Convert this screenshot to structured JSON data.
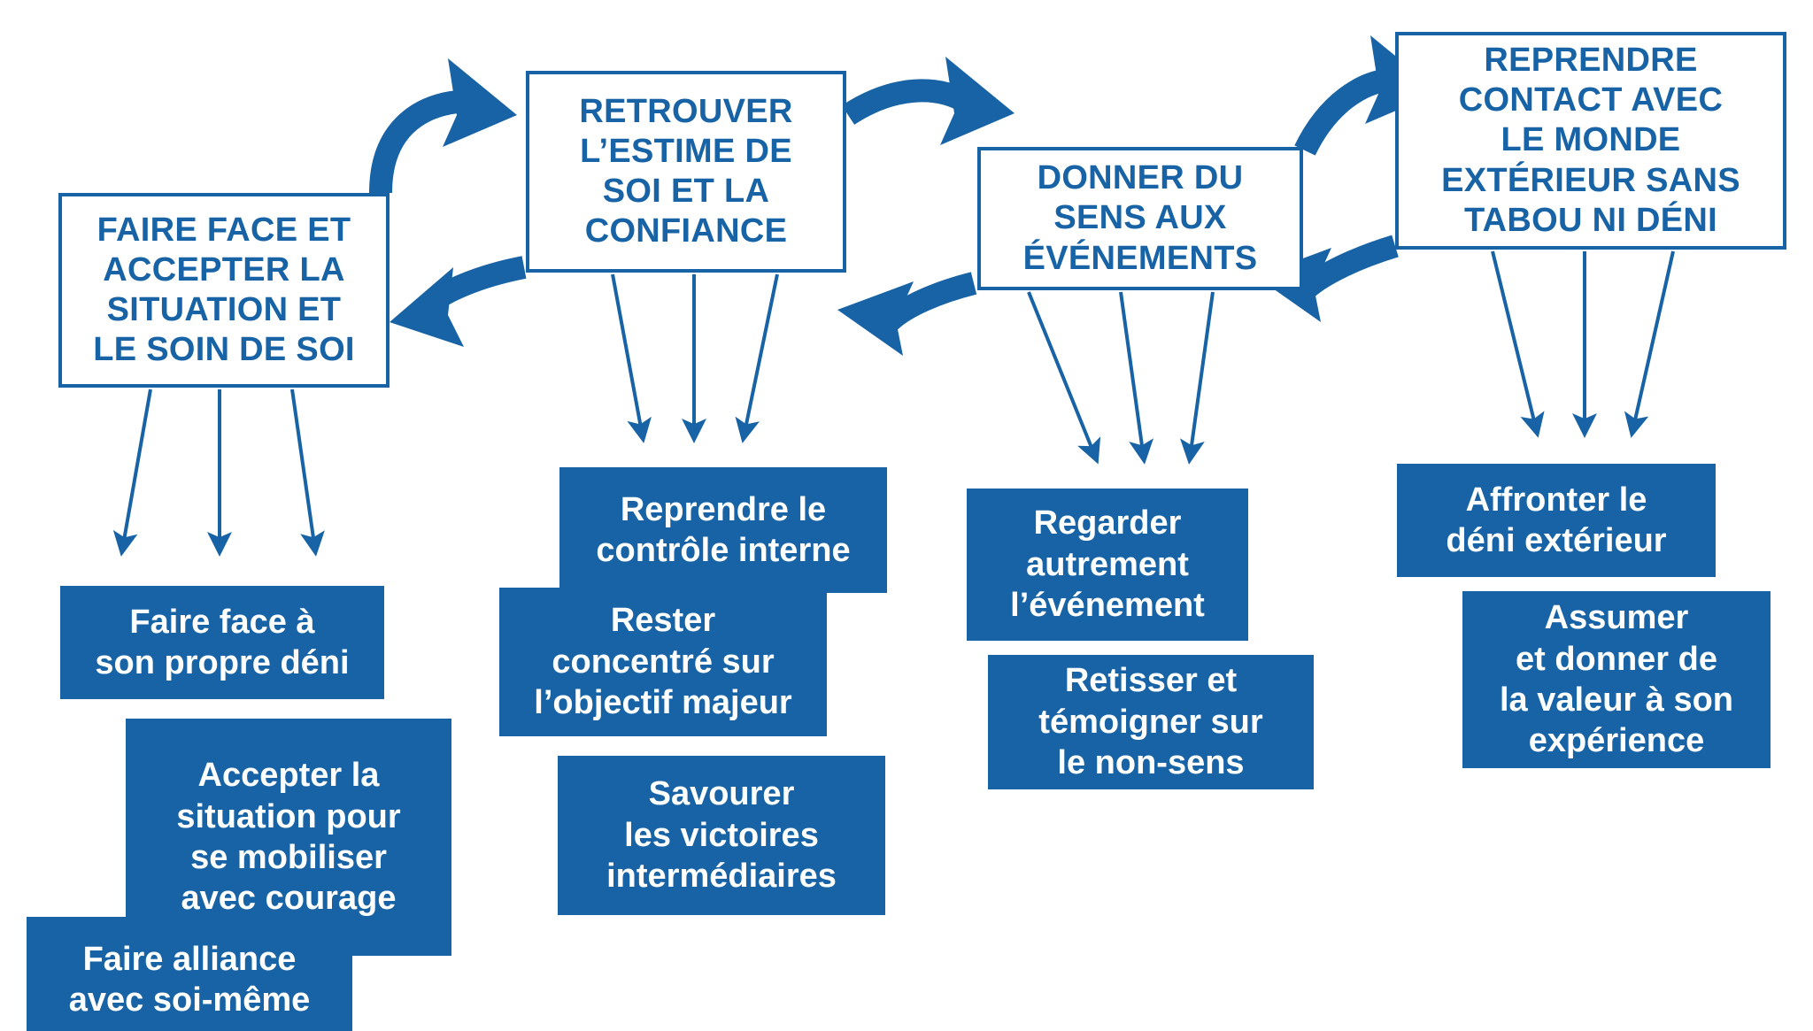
{
  "theme": {
    "accent": "#1763a6",
    "background": "#ffffff",
    "text_on_fill": "#ffffff"
  },
  "stages": [
    {
      "id": "stage-1",
      "label": "FAIRE FACE ET\nACCEPTER LA\nSITUATION ET\nLE SOIN DE SOI"
    },
    {
      "id": "stage-2",
      "label": "RETROUVER\nL’ESTIME DE\nSOI ET LA\nCONFIANCE"
    },
    {
      "id": "stage-3",
      "label": "DONNER DU\nSENS AUX\nÉVÉNEMENTS"
    },
    {
      "id": "stage-4",
      "label": "REPRENDRE\nCONTACT AVEC\nLE MONDE\nEXTÉRIEUR SANS\nTABOU NI DÉNI"
    }
  ],
  "actions": {
    "column_1": [
      {
        "id": "action-1-1",
        "label": "Faire face à\nson propre déni"
      },
      {
        "id": "action-1-2",
        "label": "Accepter la\nsituation pour\nse mobiliser\navec courage"
      },
      {
        "id": "action-1-3",
        "label": "Faire alliance\navec soi-même"
      }
    ],
    "column_2": [
      {
        "id": "action-2-1",
        "label": "Reprendre le\ncontrôle interne"
      },
      {
        "id": "action-2-2",
        "label": "Rester\nconcentré sur\nl’objectif majeur"
      },
      {
        "id": "action-2-3",
        "label": "Savourer\nles victoires\nintermédiaires"
      }
    ],
    "column_3": [
      {
        "id": "action-3-1",
        "label": "Regarder\nautrement\nl’événement"
      },
      {
        "id": "action-3-2",
        "label": "Retisser et\ntémoigner sur\nle non-sens"
      }
    ],
    "column_4": [
      {
        "id": "action-4-1",
        "label": "Affronter le\ndéni extérieur"
      },
      {
        "id": "action-4-2",
        "label": "Assumer\net donner de\nla valeur à son\nexpérience"
      }
    ]
  },
  "connectors": {
    "between_stages": [
      {
        "from": "stage-1",
        "to": "stage-2",
        "style": "curved-double-arrow",
        "direction": "bidirectional"
      },
      {
        "from": "stage-2",
        "to": "stage-3",
        "style": "curved-double-arrow",
        "direction": "bidirectional"
      },
      {
        "from": "stage-3",
        "to": "stage-4",
        "style": "curved-double-arrow",
        "direction": "bidirectional"
      }
    ],
    "stage_to_actions": [
      {
        "from": "stage-1",
        "count": 3,
        "style": "thin-fan-arrow"
      },
      {
        "from": "stage-2",
        "count": 3,
        "style": "thin-fan-arrow"
      },
      {
        "from": "stage-3",
        "count": 3,
        "style": "thin-fan-arrow"
      },
      {
        "from": "stage-4",
        "count": 3,
        "style": "thin-fan-arrow"
      }
    ]
  }
}
